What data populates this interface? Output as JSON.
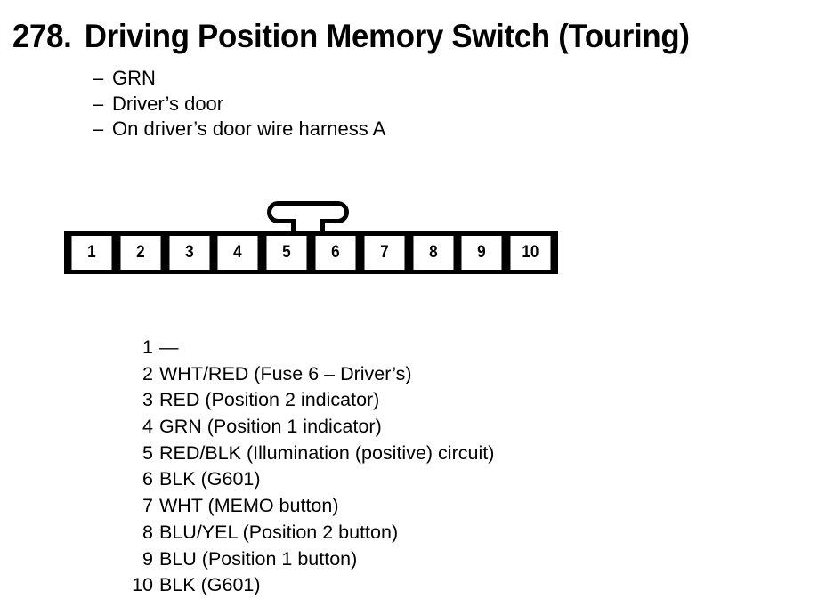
{
  "title": {
    "number": "278.",
    "text": "Driving Position Memory Switch (Touring)"
  },
  "subtitle": {
    "dash": "–",
    "items": [
      {
        "label": "GRN"
      },
      {
        "label": "Driver’s door"
      },
      {
        "label": "On driver’s door wire harness A"
      }
    ]
  },
  "connector": {
    "name": "10-pin connector",
    "latch": "latch-tab",
    "pins": [
      {
        "number": "1"
      },
      {
        "number": "2"
      },
      {
        "number": "3"
      },
      {
        "number": "4"
      },
      {
        "number": "5"
      },
      {
        "number": "6"
      },
      {
        "number": "7"
      },
      {
        "number": "8"
      },
      {
        "number": "9"
      },
      {
        "number": "10"
      }
    ]
  },
  "legend": {
    "rows": [
      {
        "number": "1",
        "desc": "—"
      },
      {
        "number": "2",
        "desc": "WHT/RED (Fuse 6 – Driver’s)"
      },
      {
        "number": "3",
        "desc": "RED (Position 2 indicator)"
      },
      {
        "number": "4",
        "desc": "GRN (Position 1 indicator)"
      },
      {
        "number": "5",
        "desc": "RED/BLK (Illumination (positive) circuit)"
      },
      {
        "number": "6",
        "desc": "BLK (G601)"
      },
      {
        "number": "7",
        "desc": "WHT (MEMO button)"
      },
      {
        "number": "8",
        "desc": "BLU/YEL (Position 2 button)"
      },
      {
        "number": "9",
        "desc": "BLU (Position 1 button)"
      },
      {
        "number": "10",
        "desc": "BLK (G601)"
      }
    ]
  },
  "colors": {
    "ink": "#000000",
    "paper": "#ffffff"
  }
}
